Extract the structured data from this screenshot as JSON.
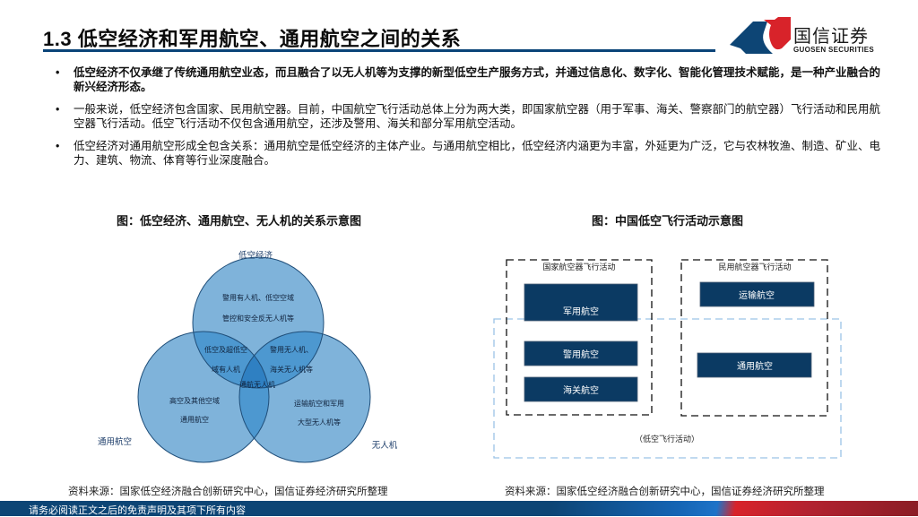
{
  "header": {
    "title": "1.3 低空经济和军用航空、通用航空之间的关系",
    "logo": {
      "cn": "国信证券",
      "en": "GUOSEN SECURITIES",
      "icon": "guosen-logo-icon",
      "colors": {
        "blue": "#0d4575",
        "red": "#d8232a"
      }
    }
  },
  "bullets": [
    {
      "dot": "•",
      "text": "低空经济不仅承继了传统通用航空业态，而且融合了以无人机等为支撑的新型低空生产服务方式，并通过信息化、数字化、智能化管理技术赋能，是一种产业融合的新兴经济形态。",
      "bold": true
    },
    {
      "dot": "•",
      "text": "一般来说，低空经济包含国家、民用航空器。目前，中国航空飞行活动总体上分为两大类，即国家航空器（用于军事、海关、警察部门的航空器）飞行活动和民用航空器飞行活动。低空飞行活动不仅包含通用航空，还涉及警用、海关和部分军用航空活动。",
      "bold": false
    },
    {
      "dot": "•",
      "text": "低空经济对通用航空形成全包含关系：通用航空是低空经济的主体产业。与通用航空相比，低空经济内涵更为丰富，外延更为广泛，它与农林牧渔、制造、矿业、电力、建筑、物流、体育等行业深度融合。",
      "bold": false
    }
  ],
  "figure_left": {
    "title": "图：低空经济、通用航空、无人机的关系示意图",
    "labels": {
      "top": "低空经济",
      "left": "通用航空",
      "right": "无人机"
    },
    "regions": {
      "top_only": [
        "警用有人机、低空空域",
        "管控和安全反无人机等"
      ],
      "top_left": [
        "低空及超低空",
        "域有人机"
      ],
      "top_right": [
        "警用无人机、",
        "海关无人机等"
      ],
      "center": [
        "通航无人机"
      ],
      "left_only": [
        "高空及其他空域",
        "通用航空"
      ],
      "right_only": [
        "运输航空和军用",
        "大型无人机等"
      ]
    },
    "colors": {
      "circle_fill": "#7fb3da",
      "circle_stroke": "#1f4e79",
      "overlap": "#3b8ccb",
      "label": "#1f3f6b"
    },
    "source": "资料来源：国家低空经济融合创新研究中心，国信证券经济研究所整理"
  },
  "figure_right": {
    "title": "图：中国低空飞行活动示意图",
    "national": {
      "label": "国家航空器飞行活动",
      "boxes": [
        "军用航空",
        "警用航空",
        "海关航空"
      ]
    },
    "civil": {
      "label": "民用航空器飞行活动",
      "boxes": [
        "运输航空",
        "通用航空"
      ]
    },
    "low_altitude_label": "（低空飞行活动）",
    "colors": {
      "box_fill": "#0b3a63",
      "outer_dash": "#9cc3e6",
      "inner_dash": "#111111"
    },
    "source": "资料来源：国家低空经济融合创新研究中心，国信证券经济研究所整理"
  },
  "footer": {
    "disclaimer": "请务必阅读正文之后的免责声明及其项下所有内容"
  }
}
